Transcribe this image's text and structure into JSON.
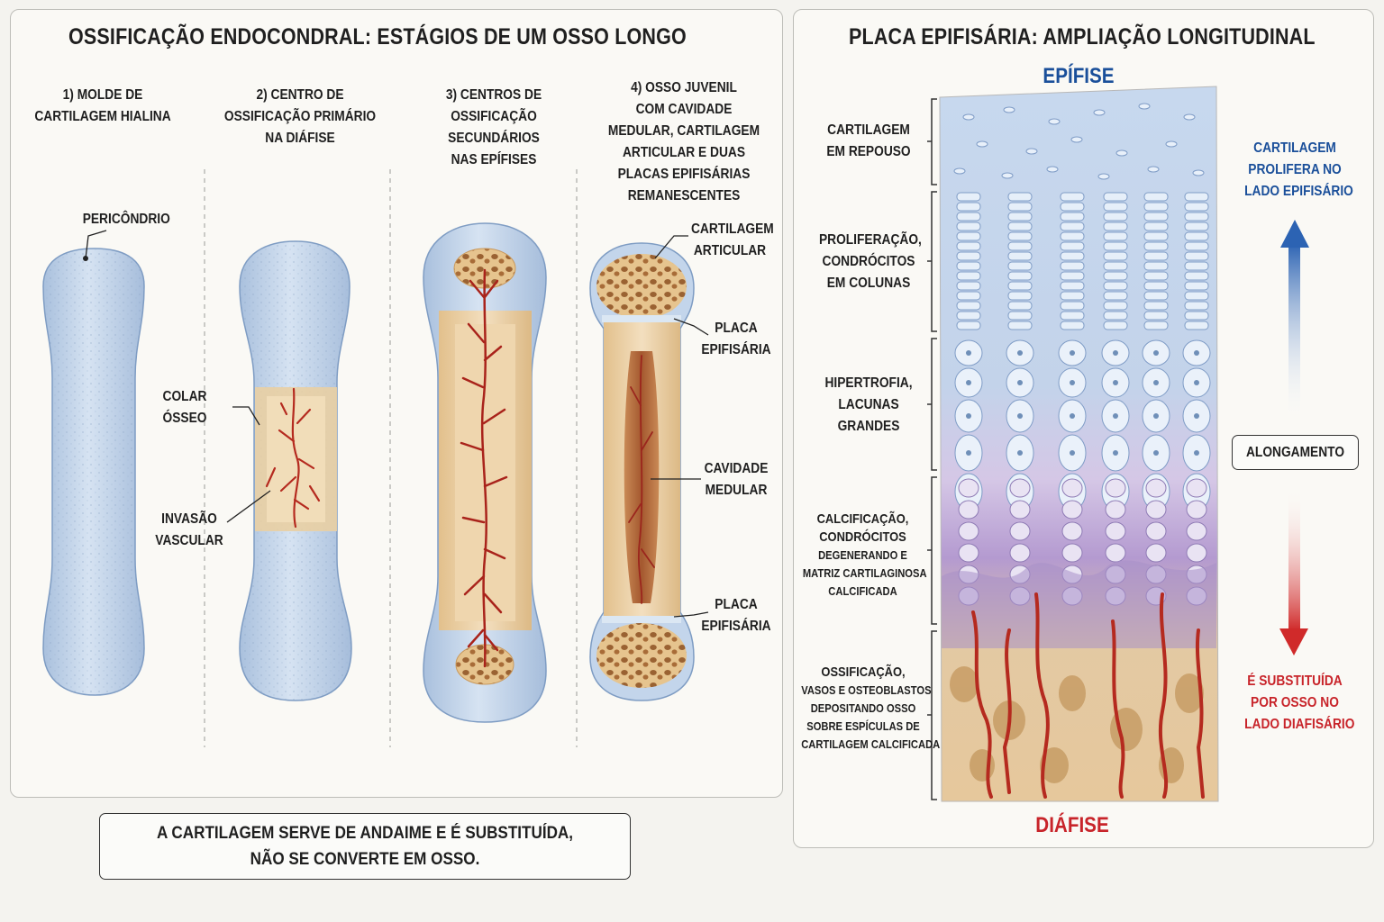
{
  "left": {
    "title": "OSSIFICAÇÃO ENDOCONDRAL: ESTÁGIOS DE UM OSSO LONGO",
    "stages": [
      {
        "lines": [
          "1) MOLDE DE",
          "CARTILAGEM HIALINA"
        ]
      },
      {
        "lines": [
          "2) CENTRO DE",
          "OSSIFICAÇÃO PRIMÁRIO",
          "NA DIÁFISE"
        ]
      },
      {
        "lines": [
          "3) CENTROS DE",
          "OSSIFICAÇÃO",
          "SECUNDÁRIOS",
          "NAS EPÍFISES"
        ]
      },
      {
        "lines": [
          "4) OSSO JUVENIL",
          "COM CAVIDADE",
          "MEDULAR, CARTILAGEM",
          "ARTICULAR E DUAS",
          "PLACAS EPIFISÁRIAS",
          "REMANESCENTES"
        ]
      }
    ],
    "labels": {
      "pericondrio": "PERICÔNDRIO",
      "colar": [
        "COLAR",
        "ÓSSEO"
      ],
      "invasao": [
        "INVASÃO",
        "VASCULAR"
      ],
      "cartilagem_articular": [
        "CARTILAGEM",
        "ARTICULAR"
      ],
      "placa_sup": [
        "PLACA",
        "EPIFISÁRIA"
      ],
      "cavidade": [
        "CAVIDADE",
        "MEDULAR"
      ],
      "placa_inf": [
        "PLACA",
        "EPIFISÁRIA"
      ]
    }
  },
  "note": [
    "A CARTILAGEM SERVE DE ANDAIME E É SUBSTITUÍDA,",
    "NÃO SE CONVERTE EM OSSO."
  ],
  "right": {
    "title": "PLACA EPIFISÁRIA: AMPLIAÇÃO LONGITUDINAL",
    "epifise": "EPÍFISE",
    "diafise": "DIÁFISE",
    "zones": [
      {
        "lines": [
          "CARTILAGEM",
          "EM REPOUSO"
        ]
      },
      {
        "lines": [
          "PROLIFERAÇÃO,",
          "CONDRÓCITOS",
          "EM COLUNAS"
        ]
      },
      {
        "lines": [
          "HIPERTROFIA,",
          "LACUNAS",
          "GRANDES"
        ]
      },
      {
        "lines": [
          "CALCIFICAÇÃO,",
          "CONDRÓCITOS",
          "DEGENERANDO E",
          "MATRIZ CARTILAGINOSA",
          "CALCIFICADA"
        ]
      },
      {
        "lines": [
          "OSSIFICAÇÃO,",
          "VASOS E OSTEOBLASTOS",
          "DEPOSITANDO OSSO",
          "SOBRE ESPÍCULAS DE",
          "CARTILAGEM CALCIFICADA"
        ]
      }
    ],
    "up_text": [
      "CARTILAGEM",
      "PROLIFERA NO",
      "LADO EPIFISÁRIO"
    ],
    "alongamento": "ALONGAMENTO",
    "down_text": [
      "É SUBSTITUÍDA",
      "POR OSSO NO",
      "LADO DIAFISÁRIO"
    ]
  },
  "colors": {
    "blue": "#1a4f9a",
    "red": "#c8242a",
    "cartilage": "#c9d9ec",
    "bone": "#e8c99a",
    "vessel": "#b0281f"
  }
}
